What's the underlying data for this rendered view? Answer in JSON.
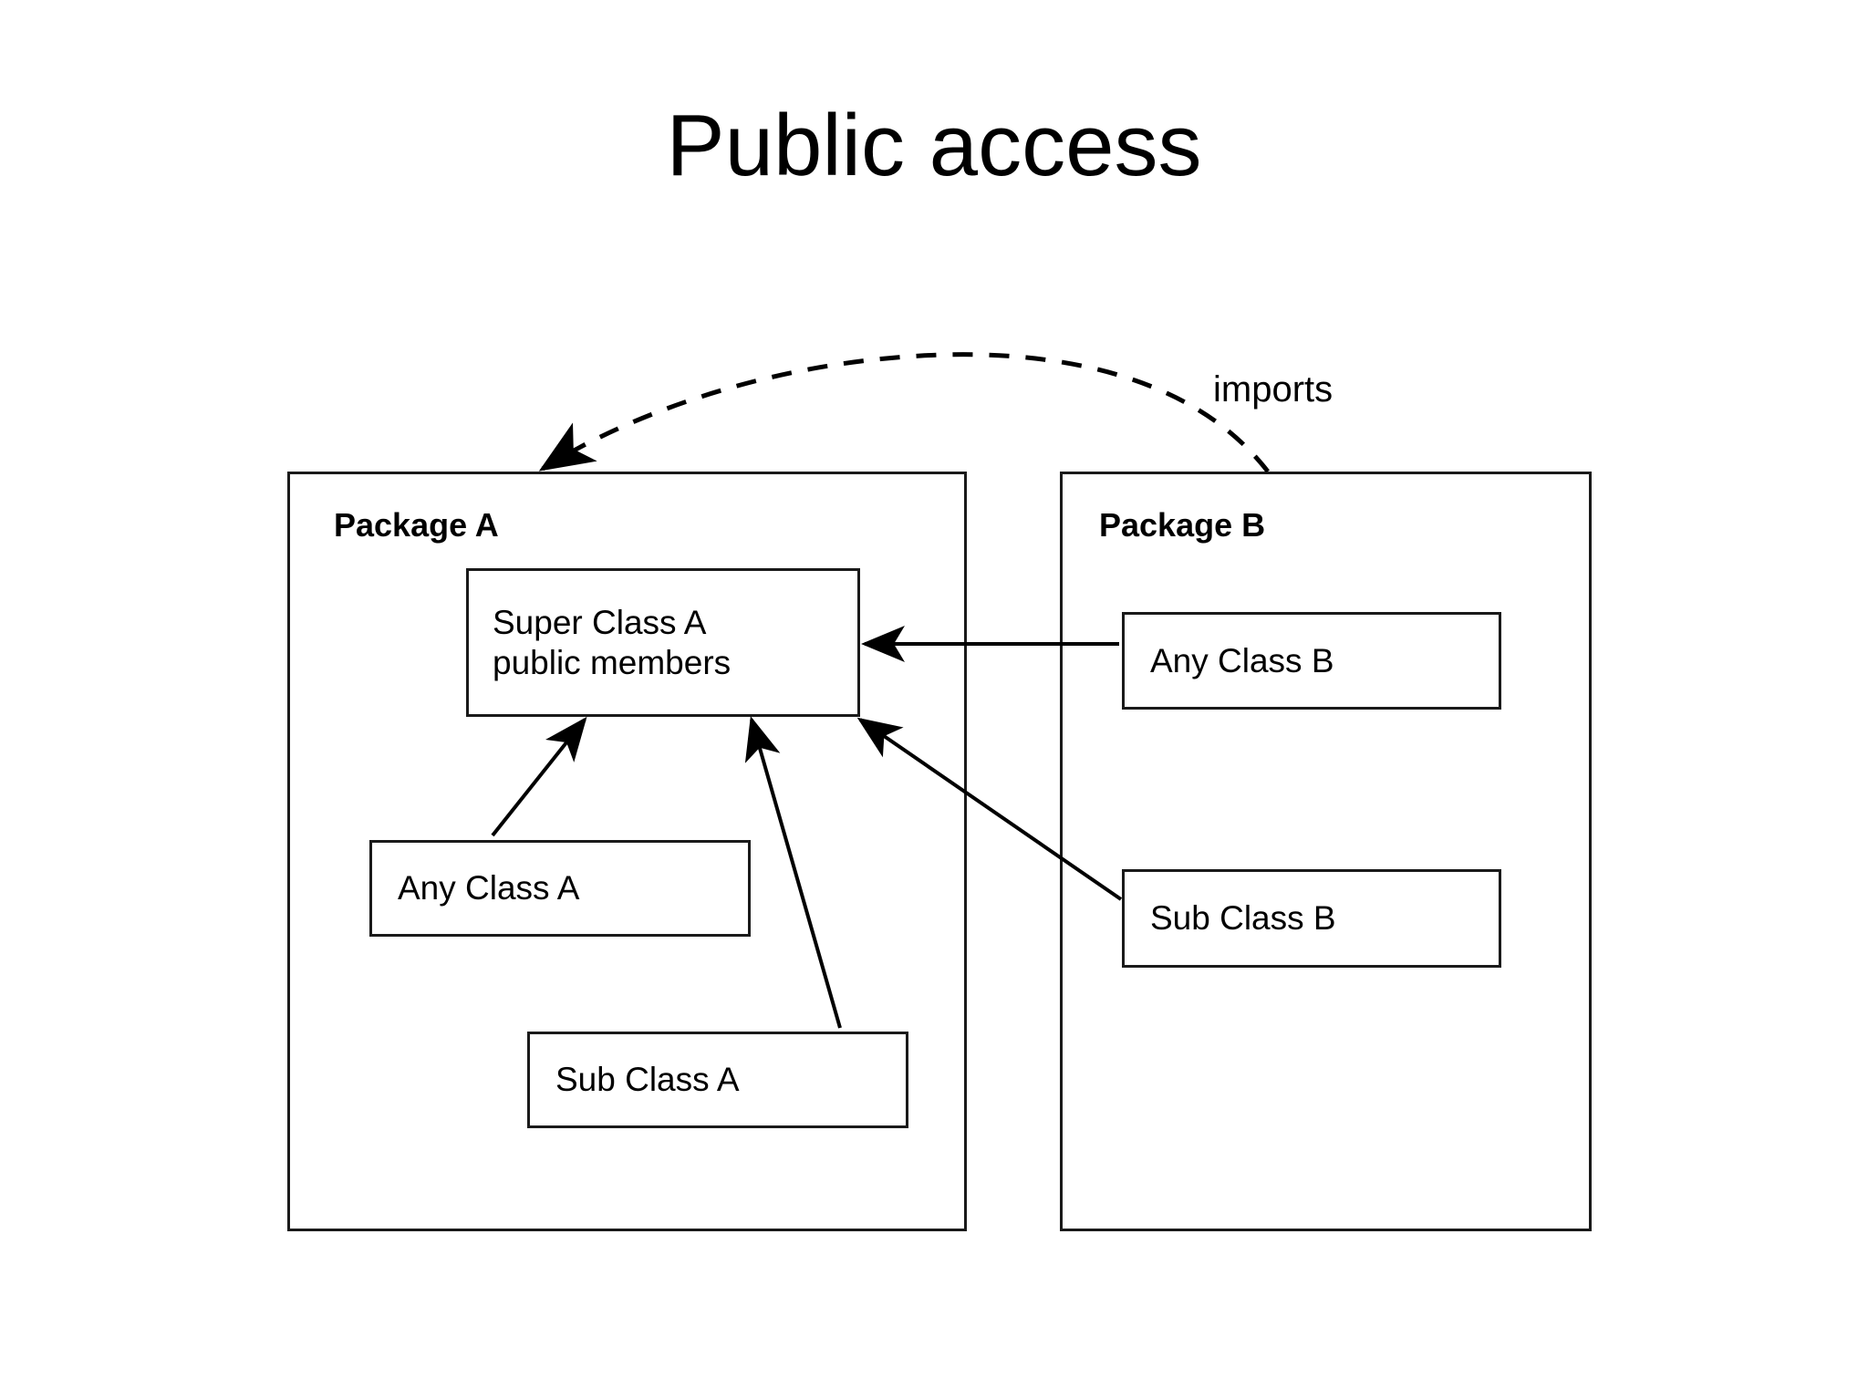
{
  "slide": {
    "title": "Public access",
    "background_color": "#ffffff",
    "line_color": "#1a1a1a",
    "text_color": "#000000"
  },
  "packages": [
    {
      "id": "package-a",
      "label": "Package A",
      "classes": [
        {
          "id": "super-class-a",
          "lines": [
            "Super Class A",
            "public members"
          ]
        },
        {
          "id": "any-class-a",
          "lines": [
            "Any Class A"
          ]
        },
        {
          "id": "sub-class-a",
          "lines": [
            "Sub Class A"
          ]
        }
      ]
    },
    {
      "id": "package-b",
      "label": "Package B",
      "classes": [
        {
          "id": "any-class-b",
          "lines": [
            "Any Class B"
          ]
        },
        {
          "id": "sub-class-b",
          "lines": [
            "Sub Class B"
          ]
        }
      ]
    }
  ],
  "class_labels": {
    "super_class_a_line1": "Super Class A",
    "super_class_a_line2": "public members",
    "any_class_a": "Any Class A",
    "sub_class_a": "Sub Class A",
    "any_class_b": "Any Class B",
    "sub_class_b": "Sub Class B"
  },
  "edges": {
    "imports_label": "imports",
    "relations": [
      {
        "name": "package-b-imports-package-a",
        "from": "package-b",
        "to": "package-a",
        "style": "dashed",
        "arrow": "solid-filled"
      },
      {
        "name": "any-class-a-access",
        "from": "any-class-a",
        "to": "super-class-a",
        "style": "solid",
        "arrow": "solid-filled"
      },
      {
        "name": "sub-class-a-access",
        "from": "sub-class-a",
        "to": "super-class-a",
        "style": "solid",
        "arrow": "solid-filled"
      },
      {
        "name": "any-class-b-access",
        "from": "any-class-b",
        "to": "super-class-a",
        "style": "solid",
        "arrow": "solid-filled"
      },
      {
        "name": "sub-class-b-access",
        "from": "sub-class-b",
        "to": "super-class-a",
        "style": "solid",
        "arrow": "solid-filled"
      }
    ]
  }
}
